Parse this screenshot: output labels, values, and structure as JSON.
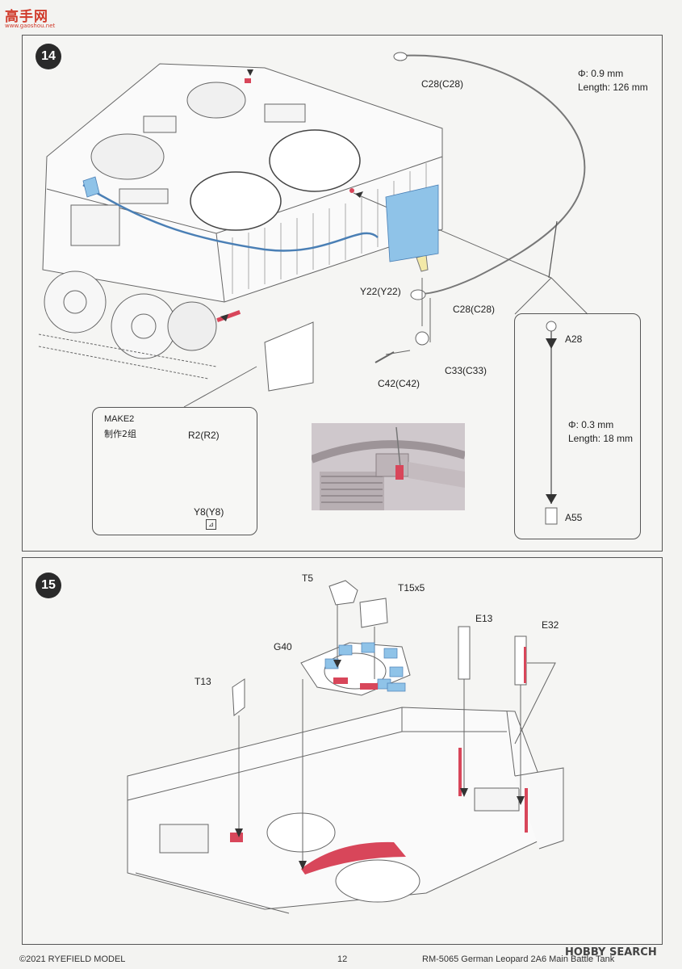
{
  "watermark": {
    "chinese": "高手网",
    "url": "www.gaoshou.net"
  },
  "step14": {
    "number": "14",
    "labels": {
      "c28_top": "C28(C28)",
      "cable_dia": "Φ: 0.9 mm",
      "cable_len": "Length: 126 mm",
      "y22": "Y22(Y22)",
      "c28_bottom": "C28(C28)",
      "c33": "C33(C33)",
      "c42": "C42(C42)"
    },
    "make_box": {
      "title": "MAKE2",
      "title_cn": "制作2组",
      "r2": "R2(R2)",
      "y8": "Y8(Y8)"
    },
    "antenna_box": {
      "a28": "A28",
      "dia": "Φ: 0.3 mm",
      "len": "Length: 18 mm",
      "a55": "A55"
    }
  },
  "step15": {
    "number": "15",
    "labels": {
      "t5": "T5",
      "t15": "T15x5",
      "e13": "E13",
      "e32": "E32",
      "g40": "G40",
      "t13": "T13"
    }
  },
  "footer": {
    "copyright": "©2021 RYEFIELD MODEL",
    "page": "12",
    "product": "RM-5065 German Leopard 2A6 Main Battle Tank",
    "source": "HOBBY SEARCH"
  },
  "colors": {
    "accent_blue": "#8fc3e8",
    "accent_red": "#d8465a",
    "line": "#555555"
  }
}
